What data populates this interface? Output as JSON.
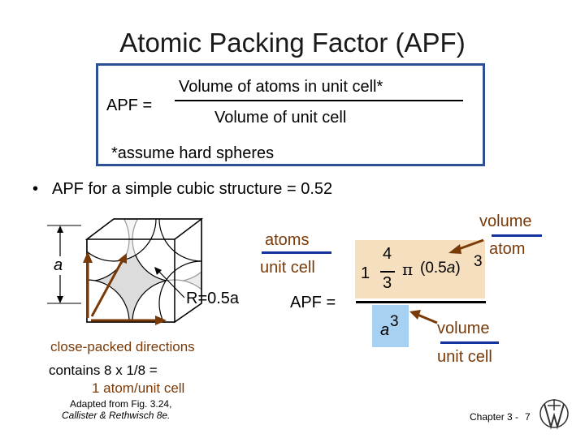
{
  "title": "Atomic Packing Factor (APF)",
  "definition": {
    "lhs": "APF =",
    "numerator": "Volume of atoms in unit cell*",
    "denominator": "Volume of unit cell",
    "footnote": "*assume hard spheres"
  },
  "bullet": {
    "symbol": "•",
    "text": "APF for a simple cubic structure = 0.52"
  },
  "cube": {
    "edge_label": "a",
    "radius_label": "R=0.5a",
    "close_packed_label": "close-packed directions",
    "contains_line1": "contains 8 x 1/8 =",
    "contains_line2": "1 atom/unit cell",
    "adapted_line1": "Adapted from Fig. 3.24,",
    "adapted_line2": "Callister & Rethwisch 8e."
  },
  "apf_equation": {
    "lhs": "APF =",
    "atoms_label": "atoms",
    "unit_cell_label": "unit cell",
    "atoms_count": "1",
    "four": "4",
    "three": "3",
    "pi": "π",
    "radius_expr": "(0.5a)",
    "radius_expr_base": "(0.5",
    "radius_expr_var": "a",
    "radius_expr_close": ")",
    "cube_exp": "3",
    "denominator_base": "a",
    "denominator_exp": "3",
    "volume_atom_line1": "volume",
    "volume_atom_line2": "atom",
    "volume_cell_line1": "volume",
    "volume_cell_line2": "unit cell"
  },
  "footer": {
    "chapter": "Chapter 3 -",
    "page": "7"
  },
  "colors": {
    "box_border": "#2e4f94",
    "arrow_brown": "#7a3a08",
    "blue_line": "#15339e",
    "numerator_bg": "#f6dfbf",
    "denominator_bg": "#a7d1f2",
    "cube_fill": "#d9d9d9"
  }
}
